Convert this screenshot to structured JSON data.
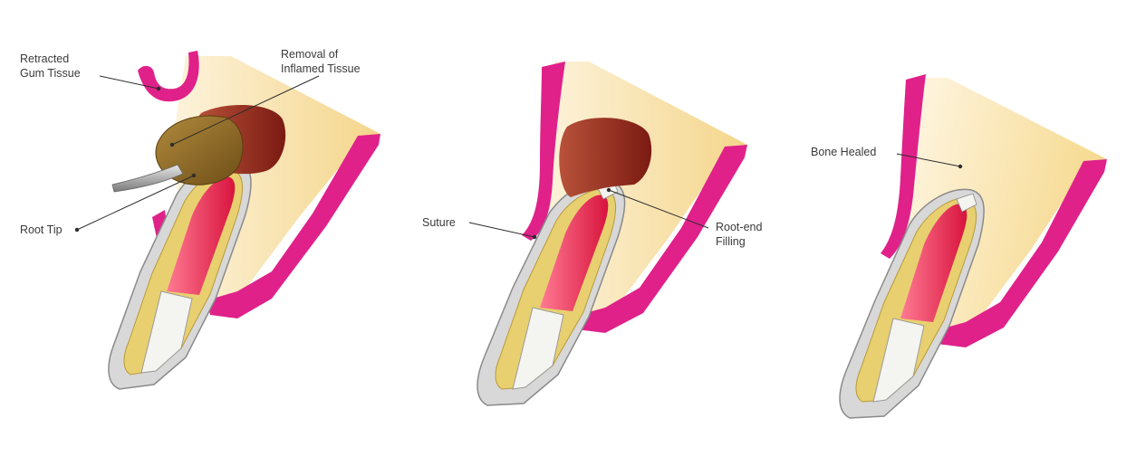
{
  "colors": {
    "gum": "#e0218a",
    "gum_light": "#f07bbd",
    "bone_light": "#fdf3dc",
    "bone_dark": "#f4d58a",
    "dentin": "#e8d070",
    "dentin_edge": "#b89a3a",
    "pulp": "#e81a45",
    "pulp_light": "#ff7a92",
    "enamel": "#d8d8d8",
    "enamel_edge": "#8a8a8a",
    "crown_white": "#f4f4f0",
    "lesion_dark": "#7a1a12",
    "lesion_light": "#b8523a",
    "gum_flap_tissue": "#8b6a28",
    "instrument": "#9a9a9a"
  },
  "labels": {
    "retracted_gum_1": "Retracted",
    "retracted_gum_2": "Gum Tissue",
    "removal_1": "Removal of",
    "removal_2": "Inflamed Tissue",
    "root_tip": "Root Tip",
    "suture": "Suture",
    "root_end_1": "Root-end",
    "root_end_2": "Filling",
    "bone_healed": "Bone Healed"
  }
}
